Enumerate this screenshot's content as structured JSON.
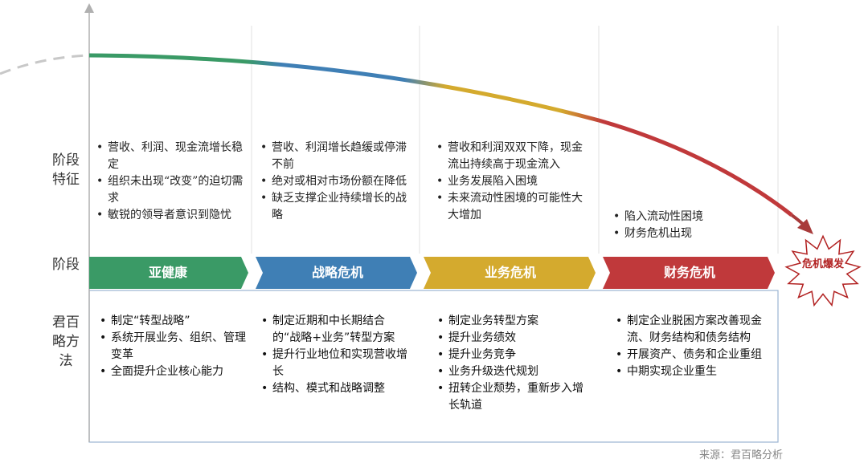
{
  "row_labels": {
    "features": "阶段特征",
    "stage": "阶段",
    "method": "君百略方法"
  },
  "stages": [
    {
      "name": "亚健康",
      "color": "#3a9a66",
      "features": [
        "营收、利润、现金流增长稳定",
        "组织未出现“改变”的迫切需求",
        "敏锐的领导者意识到隐忧"
      ],
      "methods": [
        "制定“转型战略”",
        "系统开展业务、组织、管理变革",
        "全面提升企业核心能力"
      ]
    },
    {
      "name": "战略危机",
      "color": "#3f7fb5",
      "features": [
        "营收、利润增长趋缓或停滞不前",
        "绝对或相对市场份额在降低",
        "缺乏支撑企业持续增长的战略"
      ],
      "methods": [
        "制定近期和中长期结合的“战略+业务”转型方案",
        "提升行业地位和实现营收增长",
        "结构、模式和战略调整"
      ]
    },
    {
      "name": "业务危机",
      "color": "#d4aa2e",
      "features": [
        "营收和利润双双下降，现金流出持续高于现金流入",
        "业务发展陷入困境",
        "未来流动性困境的可能性大大增加"
      ],
      "methods": [
        "制定业务转型方案",
        "提升业务绩效",
        "提升业务竞争",
        "业务升级迭代规划",
        "扭转企业颓势，重新步入增长轨道"
      ]
    },
    {
      "name": "财务危机",
      "color": "#c0393b",
      "features": [
        "陷入流动性困境",
        "财务危机出现"
      ],
      "methods": [
        "制定企业脱困方案改善现金流、财务结构和债务结构",
        "开展资产、债务和企业重组",
        "中期实现企业重生"
      ]
    }
  ],
  "crisis_burst": {
    "text": "危机爆发",
    "color": "#b22222"
  },
  "source": "来源：君百略分析"
}
